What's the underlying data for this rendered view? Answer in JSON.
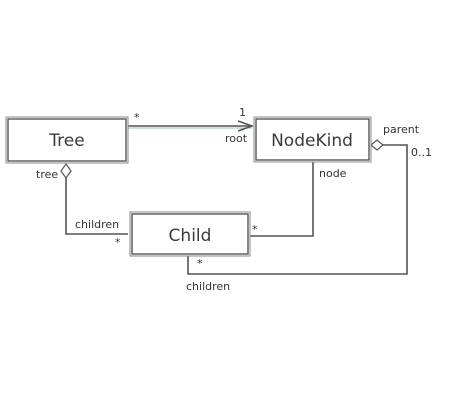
{
  "classes": {
    "tree": "Tree",
    "nodekind": "NodeKind",
    "child": "Child"
  },
  "associations": {
    "tree_nodekind": {
      "tree_end": "*",
      "nodekind_count": "1",
      "nodekind_role": "root"
    },
    "tree_child": {
      "tree_role": "tree",
      "child_role": "children",
      "child_mult": "*"
    },
    "nodekind_child": {
      "node_role": "node",
      "child_mult": "*"
    },
    "nodekind_parent": {
      "parent_role": "parent",
      "parent_mult": "0..1",
      "child_mult": "*",
      "child_role": "children"
    }
  }
}
